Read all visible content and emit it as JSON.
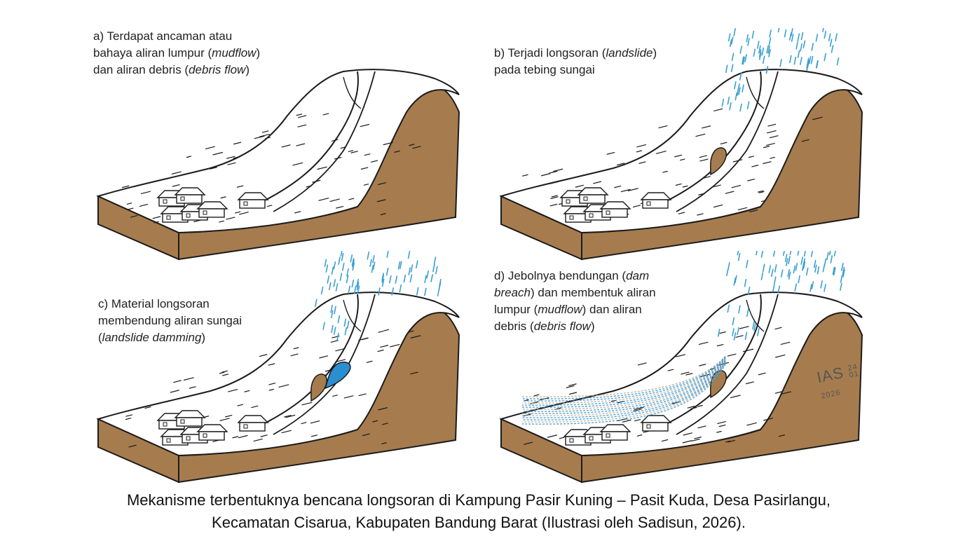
{
  "panels": [
    {
      "id": "a",
      "lines": [
        [
          {
            "t": "a) Terdapat ancaman atau"
          }
        ],
        [
          {
            "t": "bahaya aliran lumpur ("
          },
          {
            "t": "mudflow",
            "i": true
          },
          {
            "t": ")"
          }
        ],
        [
          {
            "t": "dan aliran debris ("
          },
          {
            "t": "debris flow",
            "i": true
          },
          {
            "t": ")"
          }
        ]
      ],
      "rain": false,
      "landslide": false,
      "dam": false,
      "mudflow": false
    },
    {
      "id": "b",
      "lines": [
        [
          {
            "t": "b) Terjadi longsoran ("
          },
          {
            "t": "landslide",
            "i": true
          },
          {
            "t": ")"
          }
        ],
        [
          {
            "t": "pada tebing sungai"
          }
        ]
      ],
      "rain": true,
      "landslide": true,
      "dam": false,
      "mudflow": false
    },
    {
      "id": "c",
      "lines": [
        [
          {
            "t": "c) Material longsoran"
          }
        ],
        [
          {
            "t": "membendung aliran sungai"
          }
        ],
        [
          {
            "t": "("
          },
          {
            "t": "landslide damming",
            "i": true
          },
          {
            "t": ")"
          }
        ]
      ],
      "rain": true,
      "landslide": true,
      "dam": true,
      "mudflow": false
    },
    {
      "id": "d",
      "lines": [
        [
          {
            "t": "d) Jebolnya bendungan ("
          },
          {
            "t": "dam",
            "i": true
          }
        ],
        [
          {
            "t": "breach",
            "i": true
          },
          {
            "t": ") dan membentuk aliran"
          }
        ],
        [
          {
            "t": "lumpur ("
          },
          {
            "t": "mudflow",
            "i": true
          },
          {
            "t": ") dan aliran"
          }
        ],
        [
          {
            "t": "debris ("
          },
          {
            "t": "debris flow",
            "i": true
          },
          {
            "t": ")"
          }
        ]
      ],
      "rain": true,
      "landslide": true,
      "dam": false,
      "mudflow": true
    }
  ],
  "signature": {
    "initials": "IAS",
    "day": "24",
    "month": "01",
    "year": "2026"
  },
  "caption": {
    "line1": "Mekanisme terbentuknya bencana longsoran di Kampung Pasir Kuning – Pasit Kuda, Desa Pasirlangu,",
    "line2": "Kecamatan Cisarua, Kabupaten Bandung Barat (Ilustrasi  oleh Sadisun, 2026)."
  },
  "colors": {
    "soil": "#A67C4E",
    "soilDark": "#8a6338",
    "water": "#2a8fd0",
    "rain": "#3aa0d0",
    "ink": "#1b1b1b",
    "debris": "#b9a58a"
  }
}
